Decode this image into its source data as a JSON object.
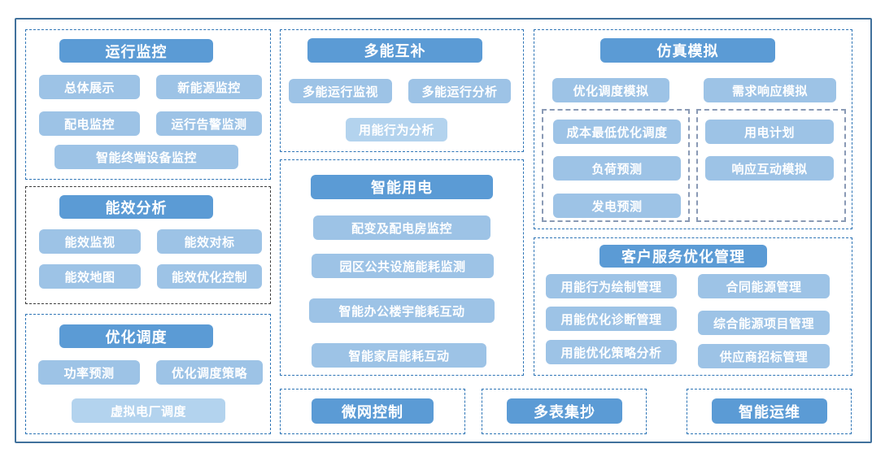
{
  "colors": {
    "frame_border": "#41719C",
    "section_border_blue": "#2E75B6",
    "section_border_dark": "#3B3B3B",
    "inner_group_border": "#8A9AB5",
    "title_button_fill": "#5B9BD5",
    "item_button_fill": "#9DC3E6",
    "item_button_light_fill": "#B3D3EE",
    "text": "#FFFFFF"
  },
  "sections": {
    "operation_monitoring": {
      "title": "运行监控",
      "items": [
        "总体展示",
        "新能源监控",
        "配电监控",
        "运行告警监测",
        "智能终端设备监控"
      ]
    },
    "energy_efficiency_analysis": {
      "title": "能效分析",
      "items": [
        "能效监视",
        "能效对标",
        "能效地图",
        "能效优化控制"
      ]
    },
    "optimal_dispatch": {
      "title": "优化调度",
      "items": [
        "功率预测",
        "优化调度策略",
        "虚拟电厂调度"
      ]
    },
    "multi_energy": {
      "title": "多能互补",
      "items": [
        "多能运行监视",
        "多能运行分析",
        "用能行为分析"
      ]
    },
    "smart_power_use": {
      "title": "智能用电",
      "items": [
        "配变及配电房监控",
        "园区公共设施能耗监测",
        "智能办公楼宇能耗互动",
        "智能家居能耗互动"
      ]
    },
    "simulation": {
      "title": "仿真模拟",
      "items": [
        "优化调度模拟",
        "需求响应模拟"
      ],
      "sub_left_items": [
        "成本最低优化调度",
        "负荷预测",
        "发电预测"
      ],
      "sub_right_items": [
        "用电计划",
        "响应互动模拟"
      ]
    },
    "customer_service": {
      "title": "客户服务优化管理",
      "items": [
        "用能行为绘制管理",
        "合同能源管理",
        "用能优化诊断管理",
        "综合能源项目管理",
        "用能优化策略分析",
        "供应商招标管理"
      ]
    },
    "microgrid_control": {
      "title": "微网控制"
    },
    "multi_meter_reading": {
      "title": "多表集抄"
    },
    "smart_operation_maintenance": {
      "title": "智能运维"
    }
  }
}
